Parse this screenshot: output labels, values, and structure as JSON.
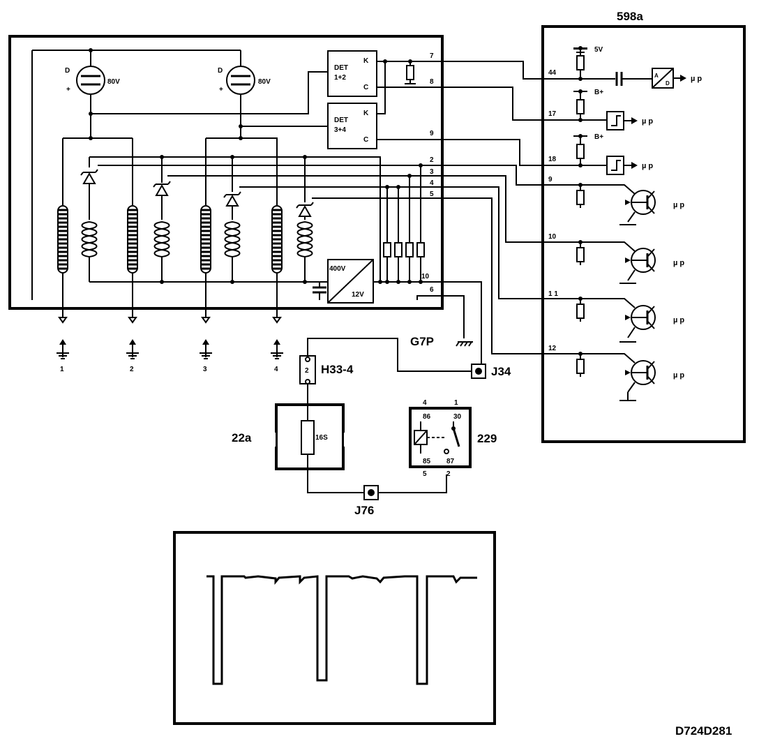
{
  "labels": {
    "ecu": "598a",
    "ground_label": "G7P",
    "connector_h": "H33-4",
    "connector_h_pin": "2",
    "junction_j34": "J34",
    "junction_j76": "J76",
    "fuse_box": "22a",
    "fuse_value": "16S",
    "relay": "229",
    "drawing_ref": "D724D281"
  },
  "module": {
    "det12_line1": "DET",
    "det12_line2": "1+2",
    "det34_line1": "DET",
    "det34_line2": "3+4",
    "det_k": "K",
    "det_c": "C",
    "tube_voltage": "80V",
    "tube_d": "D",
    "tube_plus": "+",
    "converter_in": "400V",
    "converter_out": "12V"
  },
  "pins": {
    "p7": "7",
    "p8": "8",
    "p9": "9",
    "p2": "2",
    "p3": "3",
    "p4": "4",
    "p5": "5",
    "p10": "10",
    "p6": "6"
  },
  "ecu_pins": {
    "p44": "44",
    "p17": "17",
    "p18": "18",
    "p9": "9",
    "p10": "10",
    "p11": "1 1",
    "p12": "12"
  },
  "ecu_labels": {
    "v5": "5V",
    "bplus": "B+",
    "mu_p": "µ p",
    "adc_a": "A",
    "adc_d": "D"
  },
  "sparks": [
    "1",
    "2",
    "3",
    "4"
  ],
  "relay_pins": {
    "t86": "86",
    "t30": "30",
    "t85": "85",
    "t87": "87",
    "c4": "4",
    "c1": "1",
    "c5": "5",
    "c2": "2"
  },
  "scope": {
    "trace": "ionization current signal"
  }
}
